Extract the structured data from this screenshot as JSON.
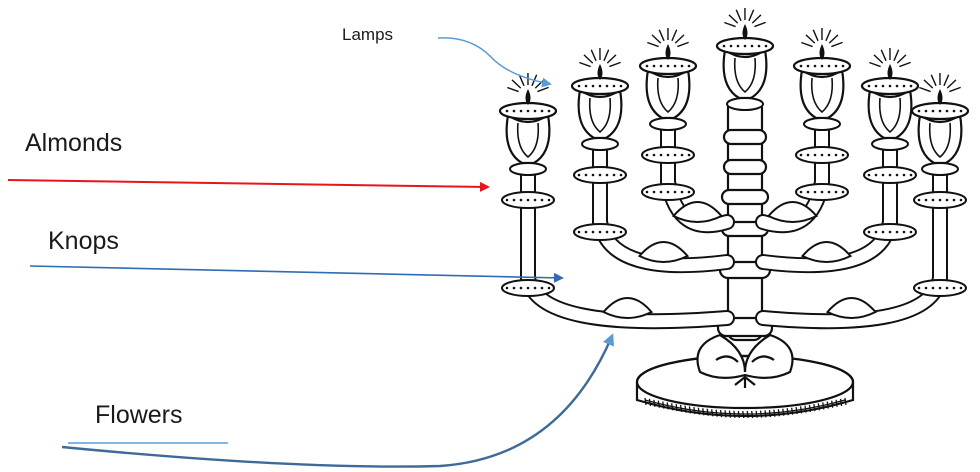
{
  "labels": {
    "lamps": "Lamps",
    "almonds": "Almonds",
    "knops": "Knops",
    "flowers": "Flowers"
  },
  "colors": {
    "almonds_arrow": "#e8141c",
    "knops_arrow": "#2e6db4",
    "flowers_arrow": "#3d6a98",
    "lamps_arrow": "#5b9bd5",
    "ink": "#111111"
  },
  "illustration": {
    "subject": "seven-branched candlestick",
    "branch_count": 7
  }
}
